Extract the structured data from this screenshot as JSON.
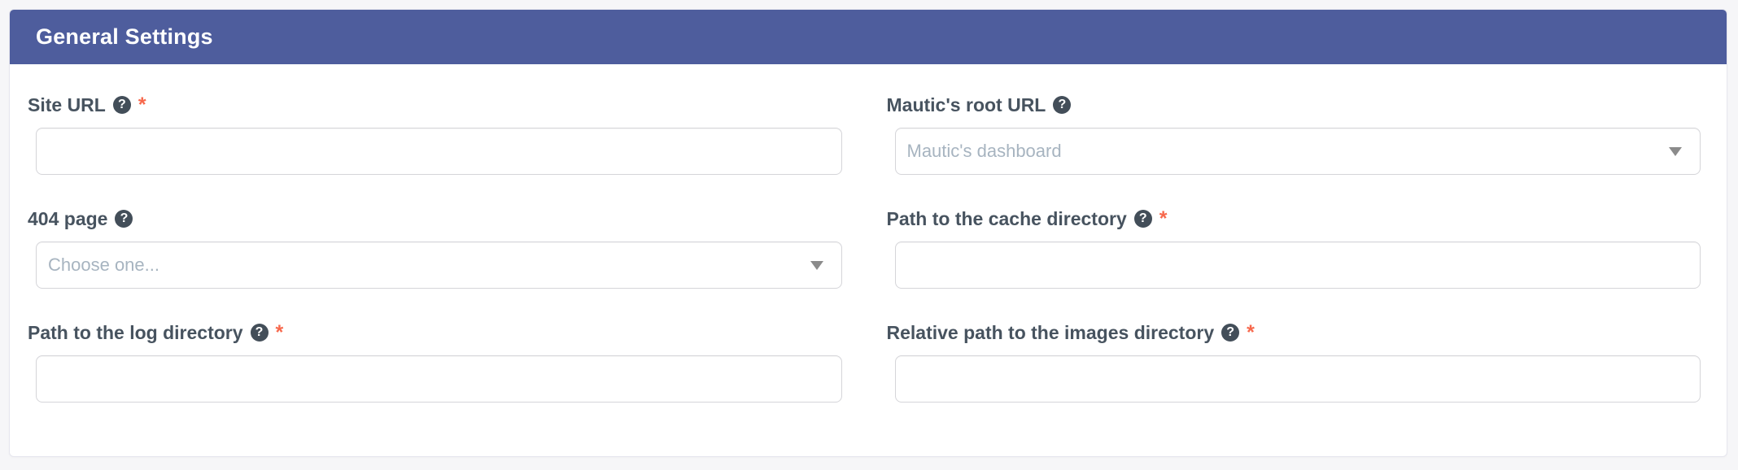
{
  "panel": {
    "title": "General Settings"
  },
  "icons": {
    "help_glyph": "?"
  },
  "required_marker": "*",
  "fields": [
    {
      "name": "site-url",
      "label": "Site URL",
      "type": "text",
      "required": true,
      "value": ""
    },
    {
      "name": "mautic-root-url",
      "label": "Mautic's root URL",
      "type": "select",
      "required": false,
      "selected": "Mautic's dashboard"
    },
    {
      "name": "404-page",
      "label": "404 page",
      "type": "select",
      "required": false,
      "selected": "Choose one..."
    },
    {
      "name": "cache-directory",
      "label": "Path to the cache directory",
      "type": "text",
      "required": true,
      "value": ""
    },
    {
      "name": "log-directory",
      "label": "Path to the log directory",
      "type": "text",
      "required": true,
      "value": ""
    },
    {
      "name": "images-directory",
      "label": "Relative path to the images directory",
      "type": "text",
      "required": true,
      "value": ""
    }
  ],
  "colors": {
    "header_background": "#4e5d9d",
    "header_text": "#ffffff",
    "label_text": "#47535f",
    "required_asterisk": "#f7684c",
    "help_icon_background": "#434e59",
    "placeholder_text": "#a7b4c0",
    "input_border": "#d5d5d9",
    "page_background": "#f6f6f8",
    "card_background": "#ffffff"
  }
}
